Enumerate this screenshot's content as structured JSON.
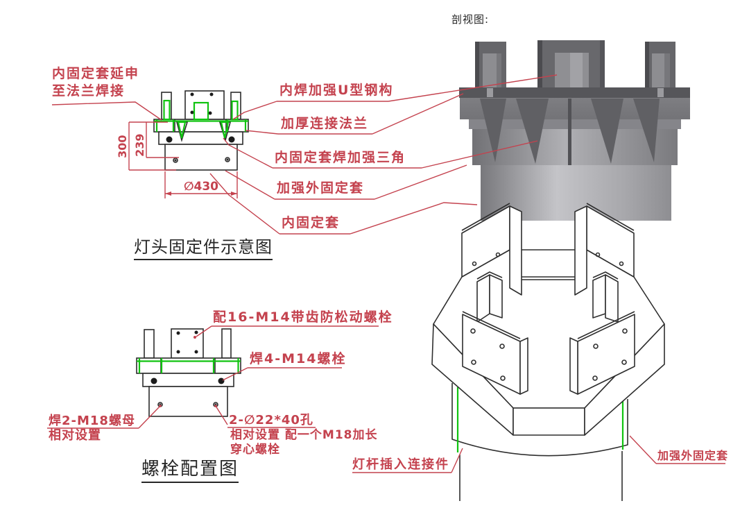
{
  "colors": {
    "annotation_red": "#c4424e",
    "highlight_green": "#10c310",
    "drawing_black": "#2b2b2b",
    "render_gray_dark": "#56565a",
    "render_gray_light": "#c4c4c8"
  },
  "section_view": {
    "title": "剖视图:"
  },
  "lamp_head_view": {
    "title": "灯头固定件示意图",
    "note": {
      "line1": "内固定套延申",
      "line2": "至法兰焊接"
    },
    "dimensions": {
      "outer_height": "300",
      "inner_height": "239",
      "diameter": "∅430"
    },
    "callouts": {
      "u_steel": "内焊加强U型钢构",
      "flange": "加厚连接法兰",
      "gusset": "内固定套焊加强三角",
      "outer_sleeve": "加强外固定套",
      "inner_sleeve": "内固定套"
    }
  },
  "bolt_view": {
    "title": "螺栓配置图",
    "callouts": {
      "lock_bolts": "配16-M14带齿防松动螺栓",
      "weld_bolts": "焊4-M14螺栓",
      "weld_nuts": "焊2-M18螺母",
      "weld_nuts_note": "相对设置",
      "holes": "2-∅22*40孔",
      "holes_note1": "相对设置 配一个M18加长",
      "holes_note2": "穿心螺栓"
    }
  },
  "iso_view": {
    "callouts": {
      "pole_insert": "灯杆插入连接件",
      "outer_sleeve": "加强外固定套"
    }
  }
}
